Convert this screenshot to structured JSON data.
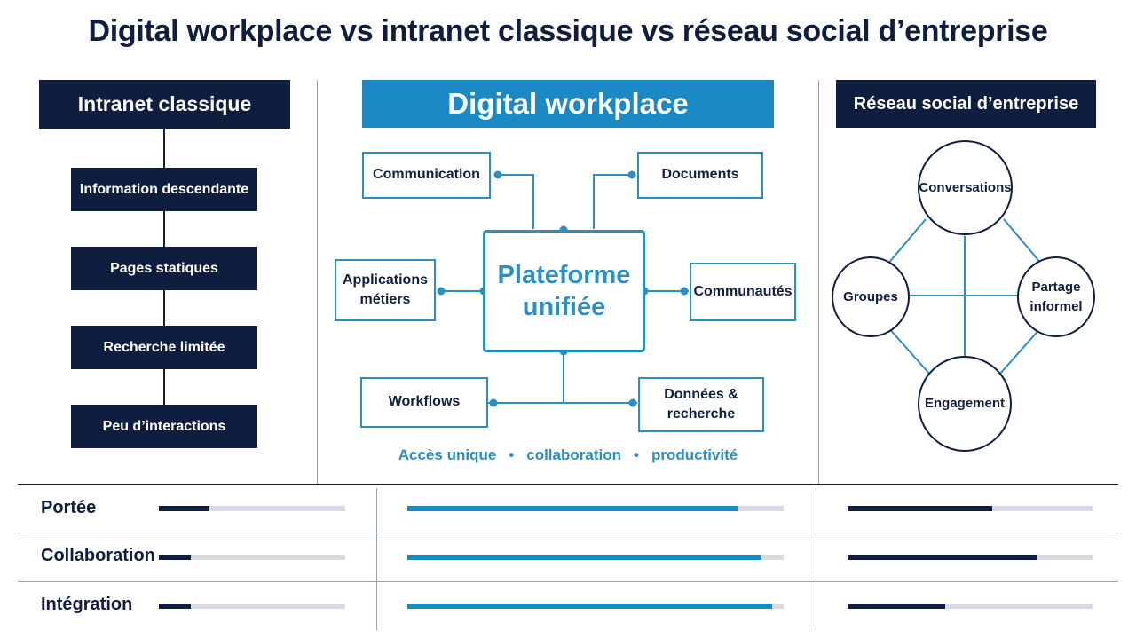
{
  "title": "Digital workplace vs intranet classique vs réseau social d’entreprise",
  "colors": {
    "navy": "#0f1d3f",
    "blue": "#2b8fc3",
    "blue_header": "#1b8ac4",
    "track": "#d9dbe0"
  },
  "intranet": {
    "header": "Intranet classique",
    "items": [
      "Information descendante",
      "Pages statiques",
      "Recherche limitée",
      "Peu d’interactions"
    ]
  },
  "workplace": {
    "header": "Digital workplace",
    "center_line1": "Plateforme",
    "center_line2": "unifiée",
    "satellites": {
      "communication": "Communication",
      "documents": "Documents",
      "applications_line1": "Applications",
      "applications_line2": "métiers",
      "communautes": "Communautés",
      "workflows": "Workflows",
      "donnees_line1": "Données &",
      "donnees_line2": "recherche"
    },
    "tagline": [
      "Accès unique",
      "•",
      "collaboration",
      "•",
      "productivité"
    ]
  },
  "rse": {
    "header": "Réseau social d’entreprise",
    "nodes": {
      "conversations": "Conversations",
      "groupes": "Groupes",
      "partage_line1": "Partage",
      "partage_line2": "informel",
      "engagement": "Engagement"
    }
  },
  "metrics": [
    {
      "label": "Portée",
      "intranet": 0.27,
      "workplace": 0.88,
      "rse": 0.59
    },
    {
      "label": "Collaboration",
      "intranet": 0.17,
      "workplace": 0.94,
      "rse": 0.77
    },
    {
      "label": "Intégration",
      "intranet": 0.17,
      "workplace": 0.97,
      "rse": 0.4
    }
  ]
}
